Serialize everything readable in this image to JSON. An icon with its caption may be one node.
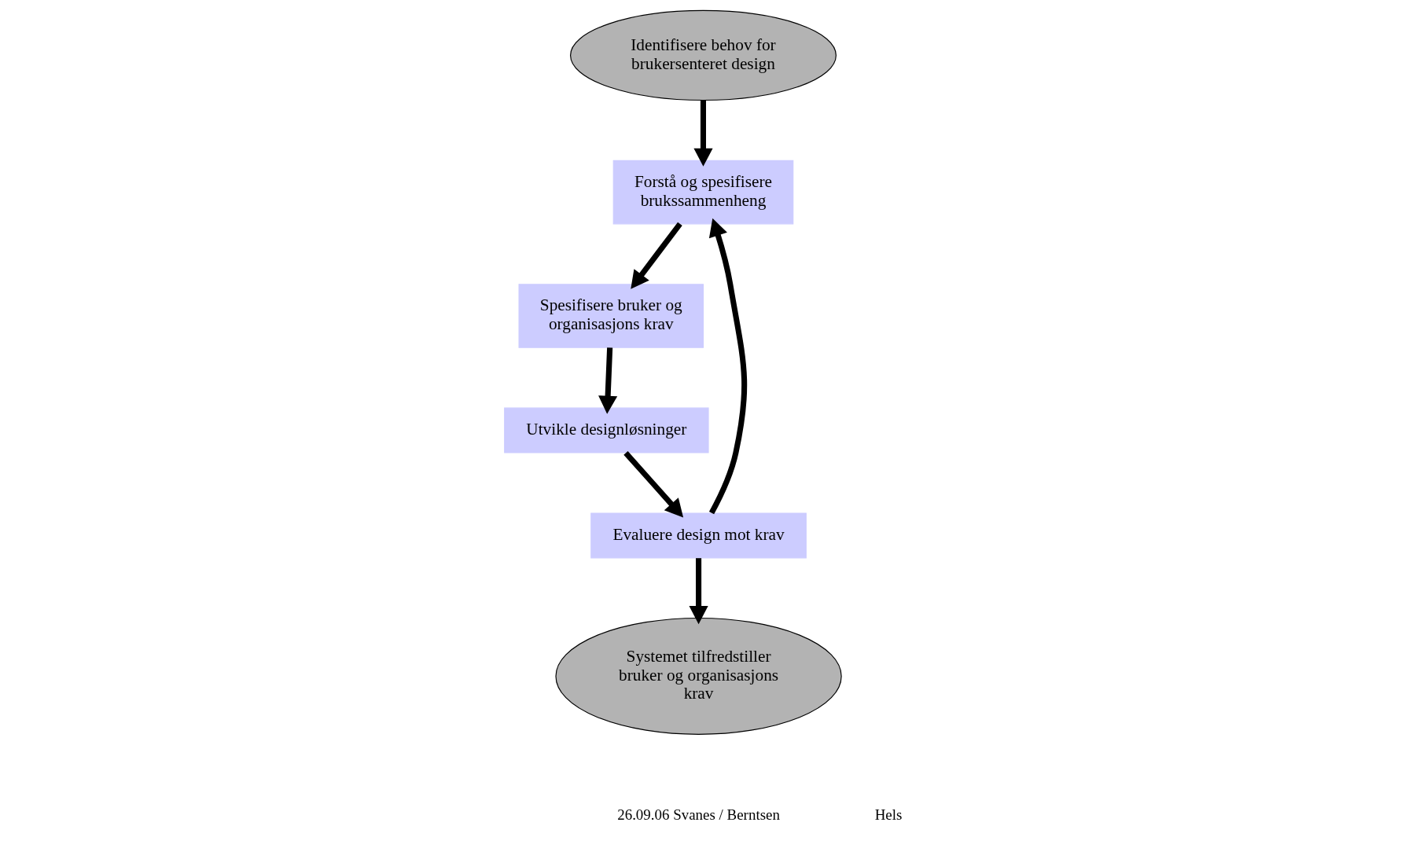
{
  "diagram": {
    "nodes": [
      {
        "text": [
          "Identifisere behov for brukersenteret design"
        ]
      },
      {
        "text": [
          "Forstå og spesifisere brukssammenheng"
        ]
      },
      {
        "text": [
          "Systemet tilfredstiller bruker og organisasjons krav"
        ]
      },
      {
        "text": [
          "Evaluere design mot krav"
        ]
      },
      {
        "text": [
          "Spesifisere bruker og organisasjons krav"
        ]
      },
      {
        "text": [
          "Utvikle designløsninger"
        ]
      }
    ],
    "edges": [
      {
        "from": 0,
        "to": 1,
        "arrow": "to"
      },
      {
        "from": 1,
        "to": 4,
        "arrow": "to"
      },
      {
        "from": 4,
        "to": 5,
        "arrow": "to"
      },
      {
        "from": 5,
        "to": 3,
        "arrow": "to"
      },
      {
        "from": 3,
        "to": 1,
        "arrow": "to"
      },
      {
        "from": 3,
        "to": 2,
        "arrow": "to"
      }
    ],
    "labels": [
      "26.09.06 Svanes / Berntsen",
      "Hels"
    ]
  }
}
